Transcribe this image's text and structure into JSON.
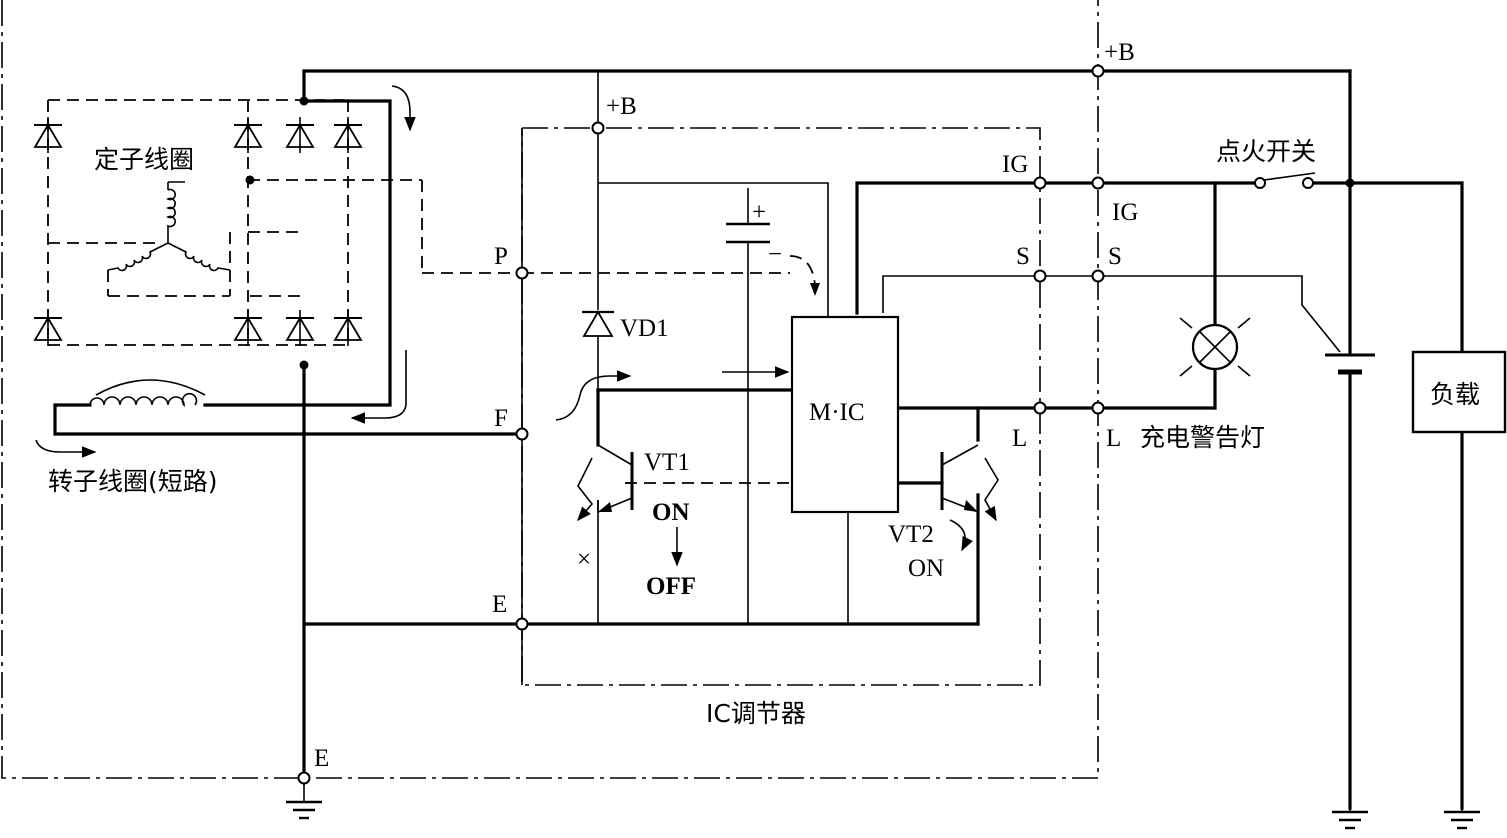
{
  "labels": {
    "plus_b_top": "+B",
    "plus_b_inner": "+B",
    "stator_coil": "定子线圈",
    "rotor_coil": "转子线圈(短路)",
    "ignition_switch": "点火开关",
    "ig_inner": "IG",
    "ig_outer": "IG",
    "s_inner": "S",
    "s_outer": "S",
    "l_inner": "L",
    "l_outer": "L",
    "p_terminal": "P",
    "f_terminal": "F",
    "e_inner": "E",
    "e_ground": "E",
    "vd1": "VD1",
    "mic": "M·IC",
    "vt1": "VT1",
    "vt1_state_from": "ON",
    "vt1_state_to": "OFF",
    "vt2": "VT2",
    "vt2_state": "ON",
    "charge_lamp": "充电警告灯",
    "load": "负载",
    "ic_regulator": "IC调节器",
    "capacitor_plus": "+",
    "capacitor_minus": "−",
    "cross_mark": "×"
  },
  "icons": {
    "diode": "diode-icon",
    "lamp": "lamp-icon",
    "ground": "ground-icon",
    "battery": "battery-icon",
    "transistor": "transistor-icon",
    "capacitor": "capacitor-icon",
    "switch": "switch-icon"
  }
}
